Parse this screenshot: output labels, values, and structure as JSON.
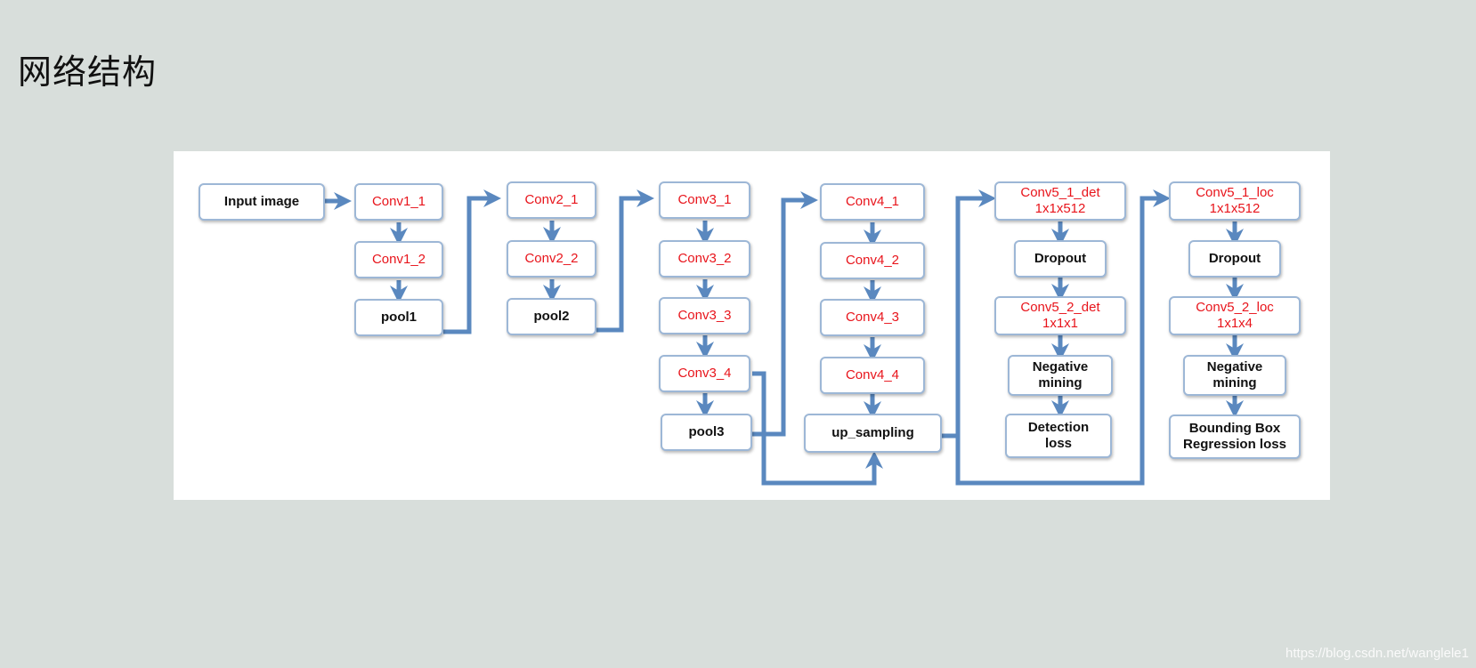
{
  "page": {
    "title": "网络结构"
  },
  "diagram": {
    "colors": {
      "arrow": "#5a88bf",
      "node_border": "#9db7d6",
      "red_text": "#e8141b",
      "black_text": "#111111"
    },
    "nodes": {
      "input": {
        "lines": [
          "Input image"
        ]
      },
      "conv1_1": {
        "lines": [
          "Conv1_1"
        ]
      },
      "conv1_2": {
        "lines": [
          "Conv1_2"
        ]
      },
      "pool1": {
        "lines": [
          "pool1"
        ]
      },
      "conv2_1": {
        "lines": [
          "Conv2_1"
        ]
      },
      "conv2_2": {
        "lines": [
          "Conv2_2"
        ]
      },
      "pool2": {
        "lines": [
          "pool2"
        ]
      },
      "conv3_1": {
        "lines": [
          "Conv3_1"
        ]
      },
      "conv3_2": {
        "lines": [
          "Conv3_2"
        ]
      },
      "conv3_3": {
        "lines": [
          "Conv3_3"
        ]
      },
      "conv3_4": {
        "lines": [
          "Conv3_4"
        ]
      },
      "pool3": {
        "lines": [
          "pool3"
        ]
      },
      "conv4_1": {
        "lines": [
          "Conv4_1"
        ]
      },
      "conv4_2": {
        "lines": [
          "Conv4_2"
        ]
      },
      "conv4_3": {
        "lines": [
          "Conv4_3"
        ]
      },
      "conv4_4": {
        "lines": [
          "Conv4_4"
        ]
      },
      "upsample": {
        "lines": [
          "up_sampling"
        ]
      },
      "c5_1_det": {
        "lines": [
          "Conv5_1_det",
          "1x1x512"
        ]
      },
      "drop_det": {
        "lines": [
          "Dropout"
        ]
      },
      "c5_2_det": {
        "lines": [
          "Conv5_2_det",
          "1x1x1"
        ]
      },
      "neg_det": {
        "lines": [
          "Negative",
          "mining"
        ]
      },
      "det_loss": {
        "lines": [
          "Detection",
          "loss"
        ]
      },
      "c5_1_loc": {
        "lines": [
          "Conv5_1_loc",
          "1x1x512"
        ]
      },
      "drop_loc": {
        "lines": [
          "Dropout"
        ]
      },
      "c5_2_loc": {
        "lines": [
          "Conv5_2_loc",
          "1x1x4"
        ]
      },
      "neg_loc": {
        "lines": [
          "Negative",
          "mining"
        ]
      },
      "bbox_loss": {
        "lines": [
          "Bounding Box",
          "Regression loss"
        ]
      }
    }
  },
  "watermark": "https://blog.csdn.net/wanglele1"
}
